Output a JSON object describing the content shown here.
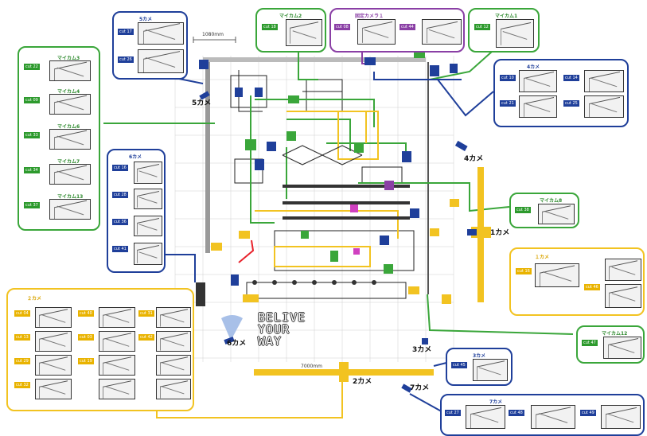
{
  "colors": {
    "green": "#3aa63a",
    "blue": "#1f3f9a",
    "purple": "#8a3fa5",
    "yellow": "#f2c321",
    "red": "#e8212a"
  },
  "dimensions": {
    "top_width": "1080mm",
    "bottom_width": "7000mm"
  },
  "boxes": {
    "cam5": {
      "title": "5カメ",
      "tags": [
        "cut 17",
        "cut 26"
      ]
    },
    "mycam2": {
      "title": "マイカム2",
      "tags": [
        "cut 18"
      ]
    },
    "fixed1": {
      "title": "固定カメラ１",
      "tags": [
        "cut 08",
        "cut 44"
      ]
    },
    "mycam1": {
      "title": "マイカム1",
      "tags": [
        "cut 12"
      ]
    },
    "left_green": {
      "titles": [
        "マイカム3",
        "マイカム4",
        "マイカム6",
        "マイカム7",
        "マイカム13"
      ],
      "tags": [
        "cut 22",
        "cut 09",
        "cut 33",
        "cut 34",
        "cut 37"
      ]
    },
    "cam4": {
      "title": "4カメ",
      "tags": [
        "cut 10",
        "cut 21",
        "cut 14",
        "cut 25"
      ]
    },
    "cam6": {
      "title": "6カメ",
      "tags": [
        "cut 16",
        "cut 28",
        "cut 36",
        "cut 41"
      ]
    },
    "mycam8": {
      "title": "マイカム8",
      "tags": [
        "cut 38"
      ]
    },
    "cam1": {
      "title": "１カメ",
      "tags": [
        "cut 16",
        "cut 46"
      ]
    },
    "cam3_box": {
      "title": "3カメ",
      "tags": [
        "cut 45"
      ]
    },
    "mycam12": {
      "title": "マイカム12",
      "tags": [
        "cut 47"
      ]
    },
    "cam7": {
      "title": "7カメ",
      "tags": [
        "cut 27",
        "cut 48",
        "cut 49"
      ]
    },
    "cam2_box": {
      "title": "２カメ",
      "tags": [
        "cut 04",
        "cut 13",
        "cut 29",
        "cut 32",
        "cut 40",
        "cut 03",
        "cut 19",
        "cut 31",
        "cut 42"
      ]
    }
  },
  "camera_labels": {
    "c5": "5カメ",
    "c4": "4カメ",
    "c1": "1カメ",
    "c6": "6カメ",
    "c3": "3カメ",
    "c2": "2カメ",
    "c7": "7カメ"
  },
  "believe_text": [
    "BELIVE",
    "YOUR",
    "WAY"
  ]
}
